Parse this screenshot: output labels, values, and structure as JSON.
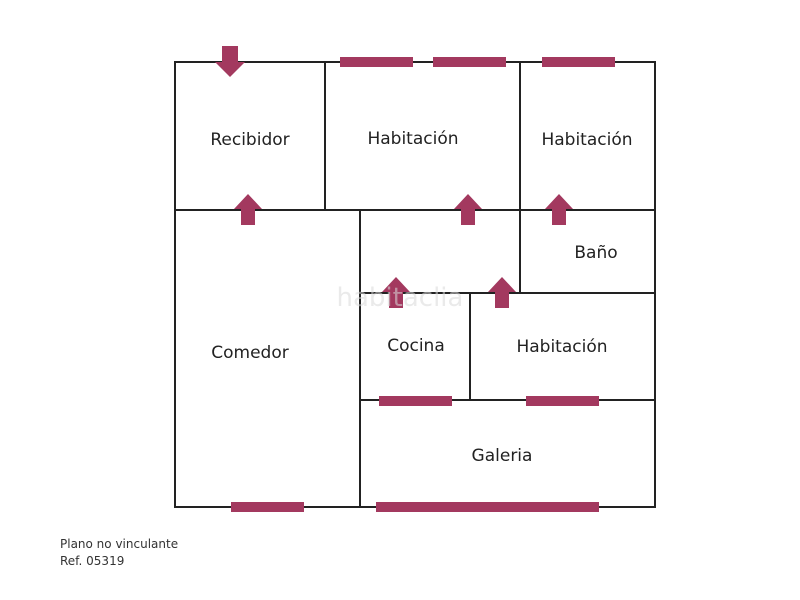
{
  "rooms": {
    "recibidor": "Recibidor",
    "habitacion_1": "Habitación",
    "habitacion_2": "Habitación",
    "bano": "Baño",
    "comedor": "Comedor",
    "cocina": "Cocina",
    "habitacion_3": "Habitación",
    "galeria": "Galeria"
  },
  "watermark": "habitaclia",
  "footer": {
    "disclaimer": "Plano no vinculante",
    "reference": "Ref. 05319"
  },
  "colors": {
    "wall": "#222222",
    "accent": "#A3395F",
    "text": "#222222"
  }
}
